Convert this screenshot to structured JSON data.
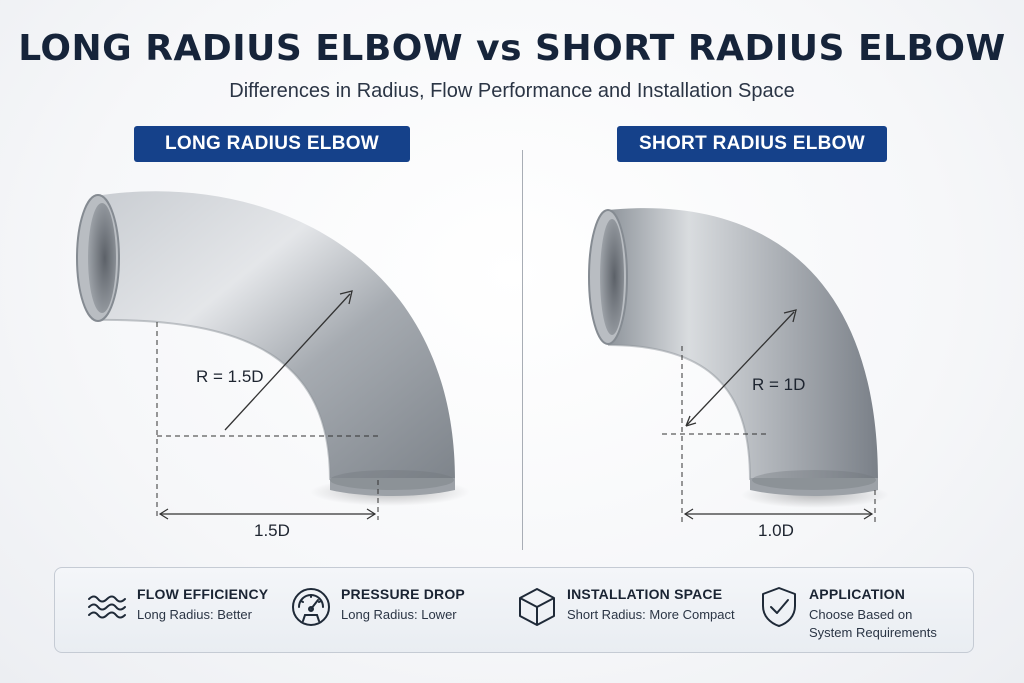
{
  "header": {
    "title": "LONG RADIUS ELBOW vs SHORT RADIUS ELBOW",
    "subtitle": "Differences in Radius, Flow Performance and Installation Space"
  },
  "left": {
    "badge": "LONG RADIUS ELBOW",
    "radius_label": "R = 1.5D",
    "width_label": "1.5D"
  },
  "right": {
    "badge": "SHORT RADIUS ELBOW",
    "radius_label": "R = 1D",
    "width_label": "1.0D"
  },
  "features": [
    {
      "icon": "flow-waves-icon",
      "title": "FLOW EFFICIENCY",
      "desc": "Long Radius: Better"
    },
    {
      "icon": "pressure-gauge-icon",
      "title": "PRESSURE DROP",
      "desc": "Long Radius: Lower"
    },
    {
      "icon": "cube-icon",
      "title": "INSTALLATION SPACE",
      "desc": "Short Radius: More Compact"
    },
    {
      "icon": "shield-check-icon",
      "title": "APPLICATION",
      "desc": "Choose Based on",
      "desc2": "System Requirements"
    }
  ],
  "colors": {
    "badge": "#15418a",
    "title": "#16243a",
    "steel": "#a9aeb4"
  }
}
